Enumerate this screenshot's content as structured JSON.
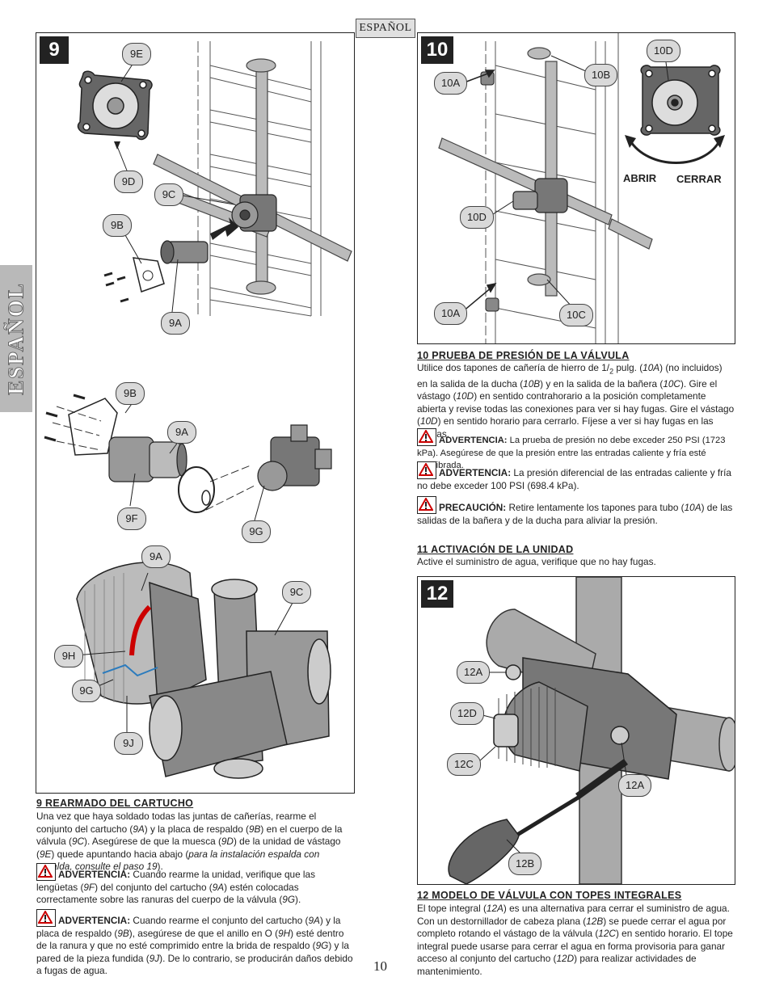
{
  "header": {
    "language_tag": "ESPAÑOL"
  },
  "side_tab": {
    "label": "ESPAÑOL"
  },
  "page_number": "10",
  "step9": {
    "badge": "9",
    "callouts": {
      "e": "9E",
      "d": "9D",
      "c_top": "9C",
      "b_top": "9B",
      "a_top": "9A",
      "b_mid": "9B",
      "a_mid": "9A",
      "f": "9F",
      "g_mid": "9G",
      "a_bot": "9A",
      "c_bot": "9C",
      "h": "9H",
      "g_bot": "9G",
      "j": "9J"
    },
    "title": "9  REARMADO DEL CARTUCHO",
    "p1_a": "Una vez que haya soldado todas las juntas de cañerías, rearme el conjunto del cartucho (",
    "p1_9a": "9A",
    "p1_b": ") y la placa de respaldo (",
    "p1_9b": "9B",
    "p1_c": ") en el cuerpo de la válvula (",
    "p1_9c": "9C",
    "p1_d": "). Asegúrese de que la muesca (",
    "p1_9d": "9D",
    "p1_e": ") de la unidad de vástago (",
    "p1_9e": "9E",
    "p1_f": ") quede apuntando hacia abajo (",
    "p1_italic": "para la instalación espalda con espalda, consulte el paso 19",
    "p1_g": ").",
    "w1_label": "ADVERTENCIA:",
    "w1_a": " Cuando rearme la unidad, verifique que las lengüetas (",
    "w1_9f": "9F",
    "w1_b": ") del conjunto del cartucho (",
    "w1_9a": "9A",
    "w1_c": ") estén colocadas correctamente sobre las ranuras del cuerpo de la válvula (",
    "w1_9g": "9G",
    "w1_d": ").",
    "w2_label": "ADVERTENCIA:",
    "w2_a": " Cuando rearme el conjunto del cartucho (",
    "w2_9a": "9A",
    "w2_b": ") y la placa de respaldo (",
    "w2_9b": "9B",
    "w2_c": "), asegúrese de que el anillo en O (",
    "w2_9h": "9H",
    "w2_d": ") esté dentro de la ranura y que no esté comprimido entre la brida de respaldo (",
    "w2_9g": "9G",
    "w2_e": ") y la pared de la pieza fundida (",
    "w2_9j": "9J",
    "w2_f": "). De lo contrario, se producirán daños debido a fugas de agua."
  },
  "step10": {
    "badge": "10",
    "callouts": {
      "a_top": "10A",
      "b": "10B",
      "d_top": "10D",
      "d": "10D",
      "a_bot": "10A",
      "c": "10C"
    },
    "dial": {
      "open": "ABRIR",
      "close": "CERRAR"
    },
    "title": "10  PRUEBA DE PRESIÓN DE LA VÁLVULA",
    "p1_a": "Utilice dos tapones de cañería de hierro de 1/",
    "p1_frac": "2",
    "p1_b": " pulg. (",
    "p1_10a": "10A",
    "p1_c": ") (no incluidos) en la salida de la ducha (",
    "p1_10b": "10B",
    "p1_d": ") y en la salida de la bañera (",
    "p1_10c": "10C",
    "p1_e": "). Gire el vástago (",
    "p1_10d": "10D",
    "p1_f": ") en sentido contrahorario a la posición completamente abierta y revise todas las conexiones para ver si hay fugas. Gire el vástago (",
    "p1_10d2": "10D",
    "p1_g": ") en sentido horario para cerrarlo. Fíjese a ver si hay fugas en las salidas.",
    "w1_label": "ADVERTENCIA:",
    "w1_text": " La prueba de presión no debe exceder 250 PSI (1723 kPa). Asegúrese de que la presión entre las entradas caliente y fría esté equilibrada.",
    "w2_label": "ADVERTENCIA:",
    "w2_text": " La presión diferencial de las entradas caliente y fría no debe exceder 100 PSI (698.4 kPa).",
    "c1_label": "PRECAUCIÓN:",
    "c1_a": " Retire lentamente los tapones para tubo (",
    "c1_10a": "10A",
    "c1_b": ") de las salidas de la bañera y de la ducha para aliviar la presión."
  },
  "step11": {
    "title": "11  ACTIVACIÓN DE LA UNIDAD",
    "text": "Active el suministro de agua, verifique que no hay fugas."
  },
  "step12": {
    "badge": "12",
    "callouts": {
      "a_top": "12A",
      "d": "12D",
      "c": "12C",
      "a_bot": "12A",
      "b": "12B"
    },
    "title": "12  MODELO DE VÁLVULA CON TOPES INTEGRALES",
    "p1_a": "El tope integral (",
    "p1_12a": "12A",
    "p1_b": ") es una alternativa para cerrar el suministro de agua. Con un destornillador de cabeza plana (",
    "p1_12b": "12B",
    "p1_c": ") se puede cerrar el agua por completo rotando el vástago de la válvula (",
    "p1_12c": "12C",
    "p1_d": ") en sentido horario. El tope integral puede usarse para cerrar el agua en forma provisoria para ganar acceso al conjunto del cartucho (",
    "p1_12d": "12D",
    "p1_e": ") para realizar actividades de mantenimiento."
  }
}
